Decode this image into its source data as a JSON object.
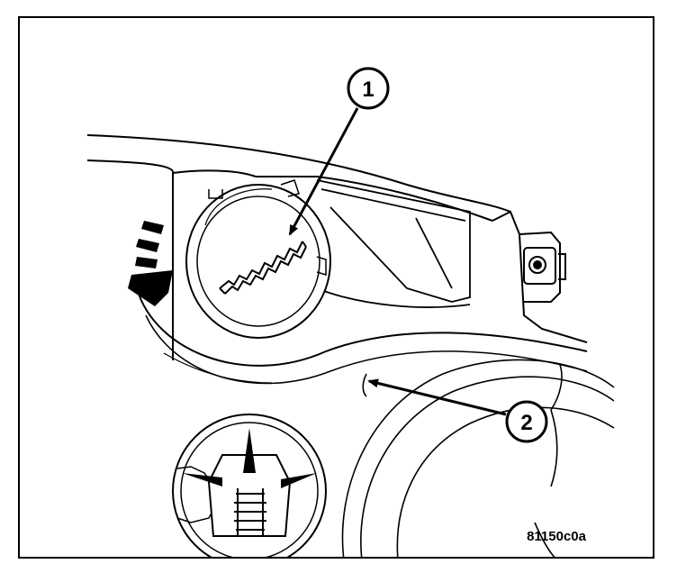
{
  "callouts": [
    {
      "label": "1"
    },
    {
      "label": "2"
    }
  ],
  "figure_code": "81150c0a",
  "colors": {
    "ink": "#000000",
    "paper": "#ffffff"
  }
}
